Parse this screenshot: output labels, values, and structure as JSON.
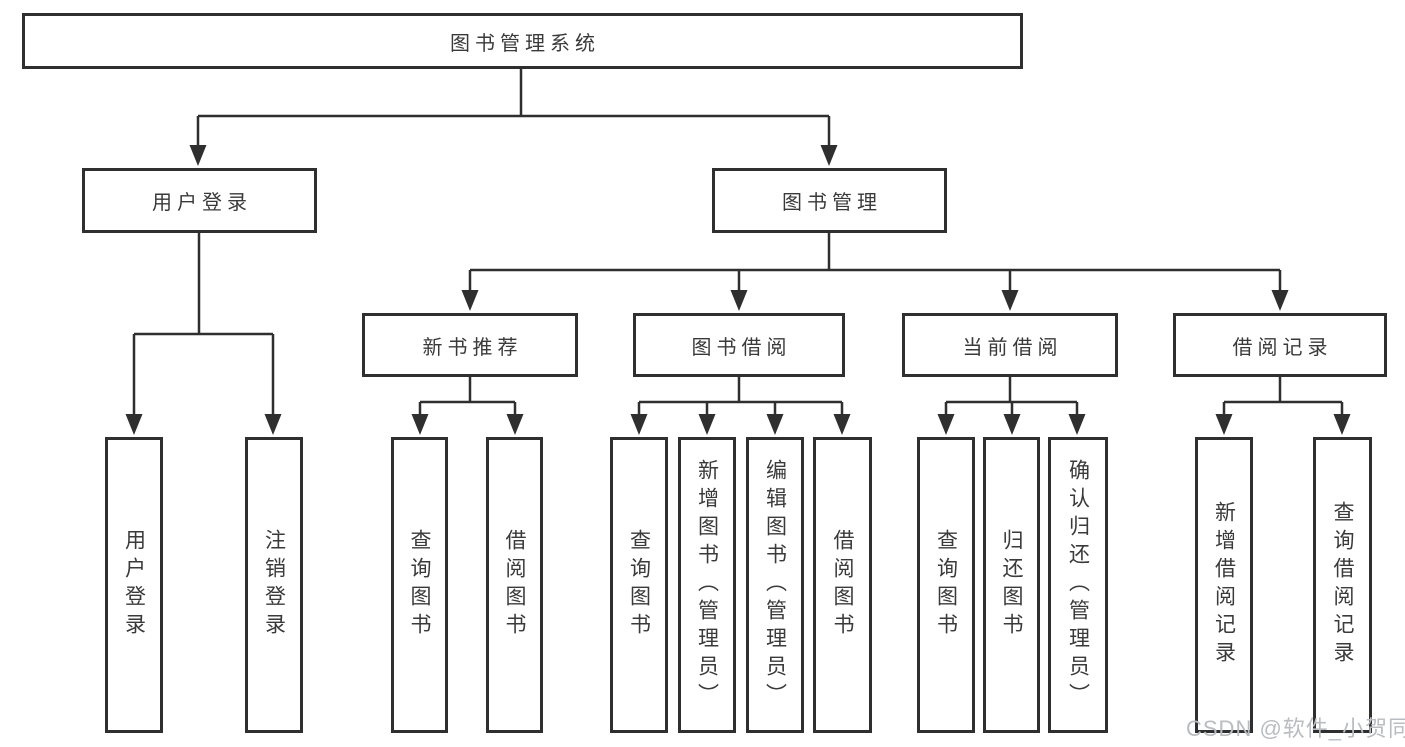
{
  "tree": {
    "label": "图书管理系统",
    "children": [
      {
        "label": "用户登录",
        "children": [
          {
            "label": "用户登录"
          },
          {
            "label": "注销登录"
          }
        ]
      },
      {
        "label": "图书管理",
        "children": [
          {
            "label": "新书推荐",
            "children": [
              {
                "label": "查询图书"
              },
              {
                "label": "借阅图书"
              }
            ]
          },
          {
            "label": "图书借阅",
            "children": [
              {
                "label": "查询图书"
              },
              {
                "label": "新增图书（管理员）"
              },
              {
                "label": "编辑图书（管理员）"
              },
              {
                "label": "借阅图书"
              }
            ]
          },
          {
            "label": "当前借阅",
            "children": [
              {
                "label": "查询图书"
              },
              {
                "label": "归还图书"
              },
              {
                "label": "确认归还（管理员）"
              }
            ]
          },
          {
            "label": "借阅记录",
            "children": [
              {
                "label": "新增借阅记录"
              },
              {
                "label": "查询借阅记录"
              }
            ]
          }
        ]
      }
    ]
  },
  "watermark": "CSDN @软件_小贺同学",
  "colors": {
    "line": "#2f2f2f",
    "text": "#3a3a3a",
    "watermark": "#b9bcc0",
    "bg": "#ffffff"
  }
}
